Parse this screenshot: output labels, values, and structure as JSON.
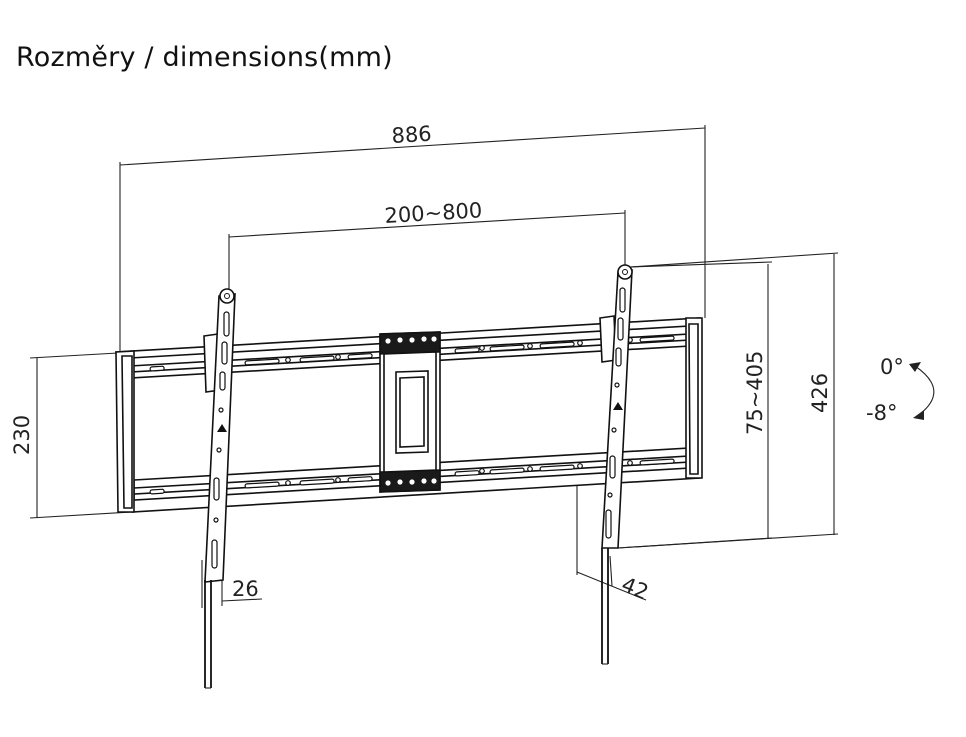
{
  "title": "Rozměry / dimensions(mm)",
  "dimensions": {
    "overall_width": "886",
    "vesa_horizontal": "200~800",
    "height": "230",
    "vesa_vertical": "75~405",
    "arm_height": "426",
    "depth_left": "26",
    "depth_right": "42"
  },
  "tilt": {
    "upper": "0°",
    "lower": "-8°"
  }
}
